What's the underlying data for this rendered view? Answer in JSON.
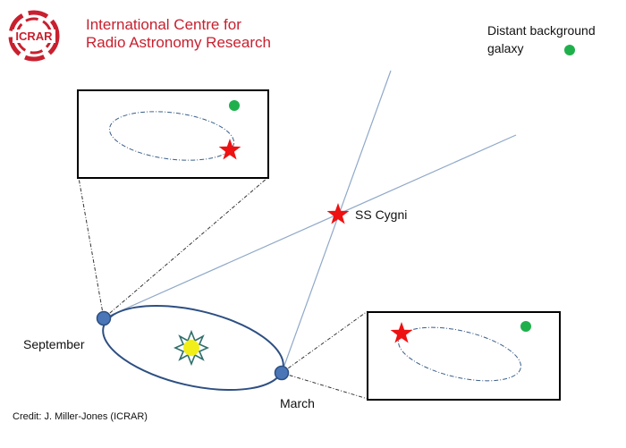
{
  "header": {
    "org_line_1": "International Centre for",
    "org_line_2": "Radio Astronomy Research",
    "logo_text": "ICRAR"
  },
  "labels": {
    "galaxy_line_1": "Distant background",
    "galaxy_line_2": "galaxy",
    "star": "SS Cygni",
    "september": "September",
    "march": "March",
    "credit": "Credit: J. Miller-Jones (ICRAR)"
  },
  "colors": {
    "brand_red": "#c8202f",
    "star_red": "#ee1111",
    "galaxy_green": "#1fb04c",
    "orbit_blue": "#2d4f82",
    "earth_blue": "#4a76b8",
    "sight_line": "#8fa8c8",
    "sun_yellow": "#f2ee1a",
    "sun_ray": "#2f6f6a"
  },
  "icons": {
    "logo": "icrar-logo-icon",
    "sun": "sun-icon",
    "star": "star-icon",
    "galaxy": "galaxy-dot-icon",
    "earth": "earth-dot-icon"
  }
}
